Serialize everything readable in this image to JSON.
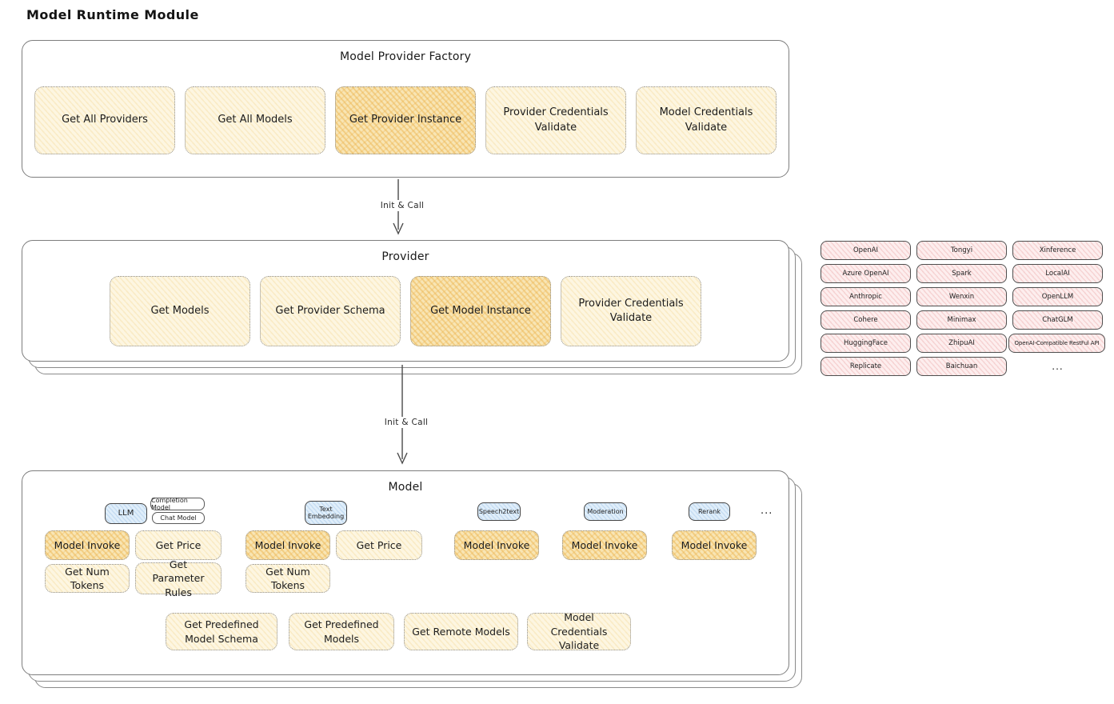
{
  "title": "Model Runtime Module",
  "factory": {
    "label": "Model Provider Factory",
    "buttons": [
      {
        "label": "Get All Providers",
        "highlighted": false
      },
      {
        "label": "Get All Models",
        "highlighted": false
      },
      {
        "label": "Get Provider Instance",
        "highlighted": true
      },
      {
        "label": "Provider Credentials Validate",
        "highlighted": false
      },
      {
        "label": "Model Credentials Validate",
        "highlighted": false
      }
    ]
  },
  "arrows": [
    {
      "label": "Init & Call"
    },
    {
      "label": "Init & Call"
    }
  ],
  "provider": {
    "label": "Provider",
    "buttons": [
      {
        "label": "Get Models",
        "highlighted": false
      },
      {
        "label": "Get Provider Schema",
        "highlighted": false
      },
      {
        "label": "Get Model Instance",
        "highlighted": true
      },
      {
        "label": "Provider Credentials Validate",
        "highlighted": false
      }
    ]
  },
  "providers_panel": {
    "items": [
      "OpenAI",
      "Tongyi",
      "Xinference",
      "Azure OpenAI",
      "Spark",
      "LocalAI",
      "Anthropic",
      "Wenxin",
      "OpenLLM",
      "Cohere",
      "Minimax",
      "ChatGLM",
      "HuggingFace",
      "ZhipuAI",
      "OpenAI-Compatible RestFul API",
      "Replicate",
      "Baichuan"
    ],
    "more": "..."
  },
  "model": {
    "label": "Model",
    "tabs": {
      "llm": "LLM",
      "completion": "Completion Model",
      "chat": "Chat Model",
      "embedding": "Text Embedding",
      "speech": "Speech2text",
      "moderation": "Moderation",
      "rerank": "Rerank",
      "more": "..."
    },
    "llm_buttons": [
      "Model Invoke",
      "Get Price",
      "Get Num Tokens",
      "Get Parameter Rules"
    ],
    "embedding_buttons": [
      "Model Invoke",
      "Get Price",
      "Get Num Tokens"
    ],
    "speech_buttons": [
      "Model Invoke"
    ],
    "moderation_buttons": [
      "Model Invoke"
    ],
    "rerank_buttons": [
      "Model Invoke"
    ],
    "common_buttons": [
      "Get Predefined Model Schema",
      "Get Predefined Models",
      "Get Remote Models",
      "Model Credentials Validate"
    ]
  },
  "colors": {
    "node_cream": "#fdf6e1",
    "node_highlight": "#f8e5b4",
    "tab_blue": "#e0eefa",
    "provider_pink": "#fdeeee",
    "box_border": "#7d7d7d",
    "text": "#1e1e1e"
  }
}
